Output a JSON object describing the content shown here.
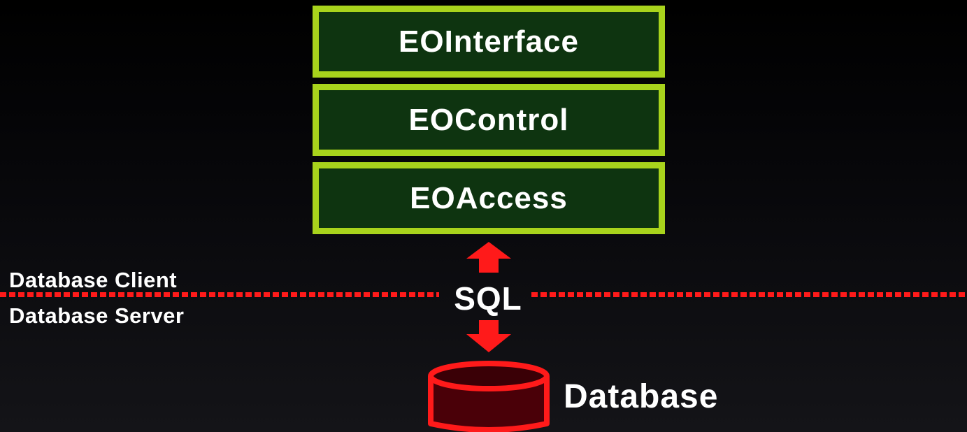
{
  "layers": [
    {
      "label": "EOInterface"
    },
    {
      "label": "EOControl"
    },
    {
      "label": "EOAccess"
    }
  ],
  "boundary": {
    "client_label": "Database Client",
    "server_label": "Database Server"
  },
  "connector": {
    "label": "SQL"
  },
  "database": {
    "label": "Database"
  },
  "colors": {
    "box_border": "#a8d31c",
    "box_fill": "#0e3410",
    "accent_red": "#ff1a1a",
    "db_fill": "#4a0008"
  }
}
